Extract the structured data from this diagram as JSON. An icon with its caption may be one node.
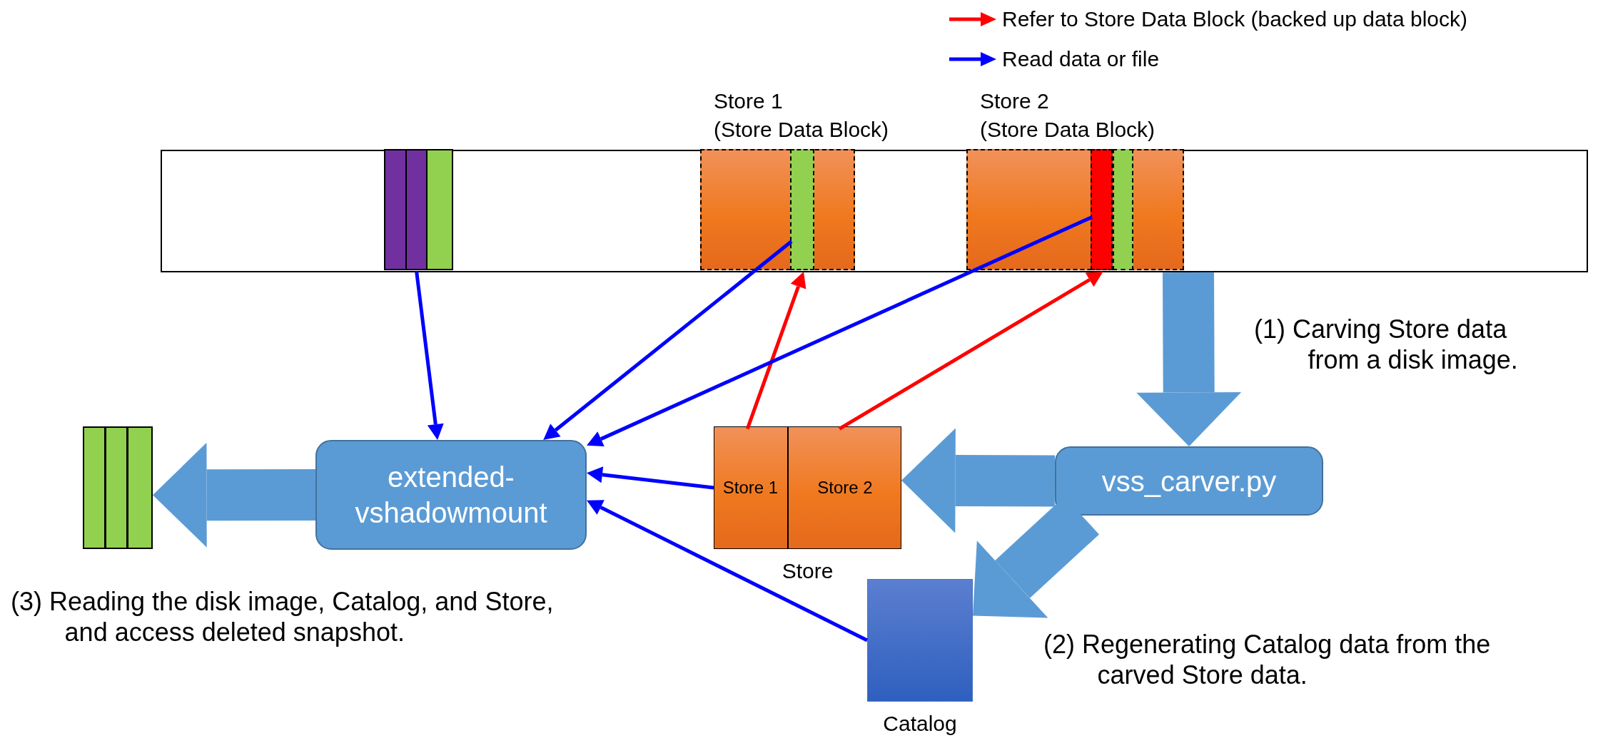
{
  "diagram": {
    "nodes": [
      {
        "text": [],
        "shape": "bar"
      },
      {
        "text": [],
        "shape": "bar",
        "in": 0
      },
      {
        "text": [
          "Store 1",
          "(Store Data Block)"
        ],
        "in": 0
      },
      {
        "text": [],
        "shape": "bar",
        "in": 2
      },
      {
        "text": [
          "Store 2",
          "(Store Data Block)"
        ],
        "in": 0
      },
      {
        "text": [],
        "shape": "bar",
        "in": 4
      },
      {
        "text": [],
        "shape": "bar",
        "in": 4
      },
      {
        "text": [
          "vss_carver.py"
        ]
      },
      {
        "text": [
          "Store"
        ]
      },
      {
        "text": [
          "Store 1"
        ],
        "in": 8
      },
      {
        "text": [
          "Store 2"
        ],
        "in": 8
      },
      {
        "text": [
          "Catalog"
        ]
      },
      {
        "text": [
          "extended-vshadowmount"
        ]
      },
      {
        "text": [],
        "shape": "bar"
      }
    ],
    "edges": [
      {
        "from": 0,
        "to": 7,
        "arrow": "to",
        "style": "thick",
        "color": "#5b9bd5"
      },
      {
        "from": 7,
        "to": 8,
        "arrow": "to",
        "style": "thick",
        "color": "#5b9bd5"
      },
      {
        "from": 7,
        "to": 11,
        "arrow": "to",
        "style": "thick",
        "color": "#5b9bd5"
      },
      {
        "from": 9,
        "to": 3,
        "arrow": "to",
        "color": "#ff0000"
      },
      {
        "from": 10,
        "to": 5,
        "arrow": "to",
        "color": "#ff0000"
      },
      {
        "from": 1,
        "to": 12,
        "arrow": "to"
      },
      {
        "from": 3,
        "to": 12,
        "arrow": "to"
      },
      {
        "from": 5,
        "to": 12,
        "arrow": "to"
      },
      {
        "from": 8,
        "to": 12,
        "arrow": "to"
      },
      {
        "from": 11,
        "to": 12,
        "arrow": "to"
      },
      {
        "from": 12,
        "to": 13,
        "arrow": "to",
        "style": "thick",
        "color": "#5b9bd5"
      }
    ],
    "labels": [
      "(1) Carving Store data from a disk image.",
      "(2) Regenerating Catalog data from the carved Store data.",
      "(3) Reading the disk image, Catalog, and Store, and access deleted snapshot."
    ],
    "legend": [
      {
        "text": "Refer to Store Data Block (backed up data block)"
      },
      {
        "text": "Read data or file"
      }
    ]
  }
}
